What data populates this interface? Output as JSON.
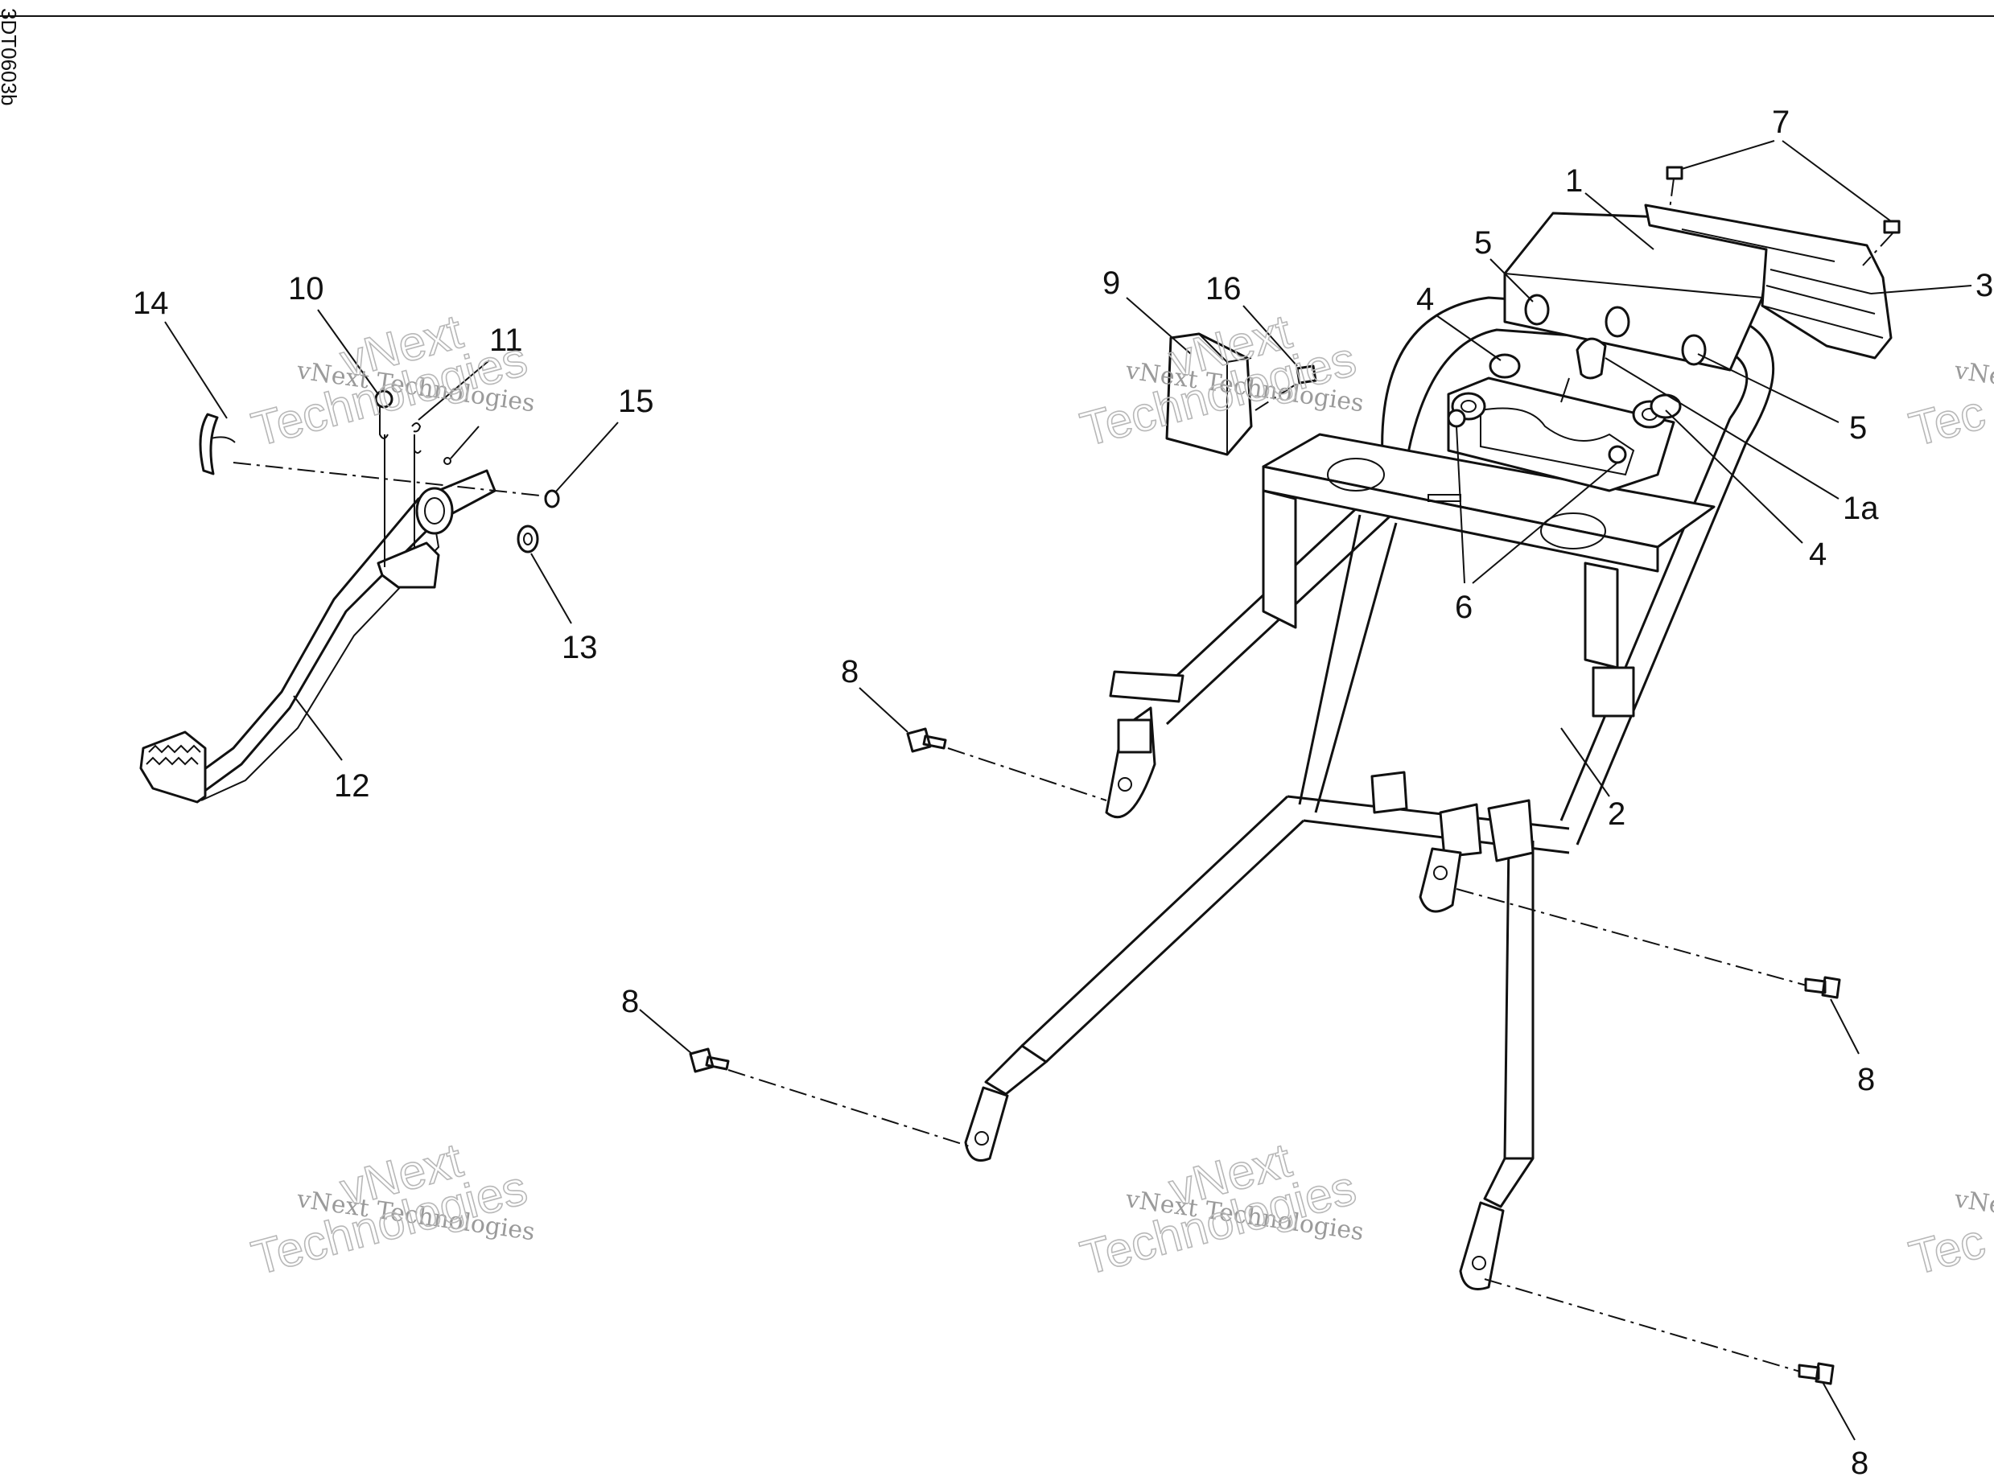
{
  "drawing": {
    "id": "3DT0603b",
    "watermark_line1": "vNext Technologies",
    "watermark_line2_a": "vNext",
    "watermark_line2_b": "Technologies",
    "watermark_edge_line1": "vNe",
    "watermark_edge_line2": "Tec"
  },
  "callouts": {
    "c1": "1",
    "c1a": "1a",
    "c2": "2",
    "c3": "3",
    "c4a": "4",
    "c4b": "4",
    "c5a": "5",
    "c5b": "5",
    "c6": "6",
    "c7": "7",
    "c8a": "8",
    "c8b": "8",
    "c8c": "8",
    "c8d": "8",
    "c9": "9",
    "c10": "10",
    "c11": "11",
    "c12": "12",
    "c13": "13",
    "c14": "14",
    "c15": "15",
    "c16": "16"
  }
}
